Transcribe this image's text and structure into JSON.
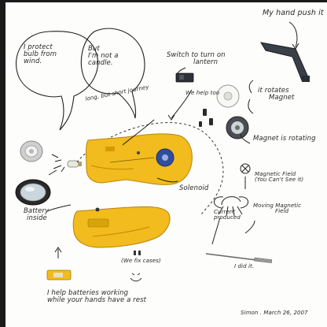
{
  "labels": {
    "bulb_line1": "I protect",
    "bulb_line2": "bulb from",
    "bulb_line3": "wind.",
    "candle_line1": "But",
    "candle_line2": "I'm not a",
    "candle_line3": "candle.",
    "hand_push": "My hand push it",
    "switch_line1": "Switch to turn on",
    "switch_line2": "lantern",
    "we_help": "We help too",
    "rotates_line1": "it rotates",
    "rotates_line2": "Magnet",
    "magnet_rotating": "Magnet is rotating",
    "journey": "long, but short journey",
    "solenoid": "Solenoid",
    "magfield_line1": "Magnetic Field",
    "magfield_line2": "(You Can't See it)",
    "moving_line1": "Moving Magnetic",
    "moving_line2": "Field",
    "current_line1": "Current",
    "current_line2": "produced",
    "battery_line1": "Battery",
    "battery_line2": "inside",
    "we_fix_cases": "(We fix cases)",
    "i_did_it": "I did it.",
    "help_line1": "I help batteries working",
    "help_line2": "while your hands have a rest",
    "signature": "Simon . March 26, 2007"
  },
  "colors": {
    "housing_yellow": "#f2bb1e",
    "gear_blue": "#2f4f9e",
    "dark_plastic": "#3a3f48",
    "ink": "#2a2a2a",
    "background": "#fdfdfb"
  }
}
